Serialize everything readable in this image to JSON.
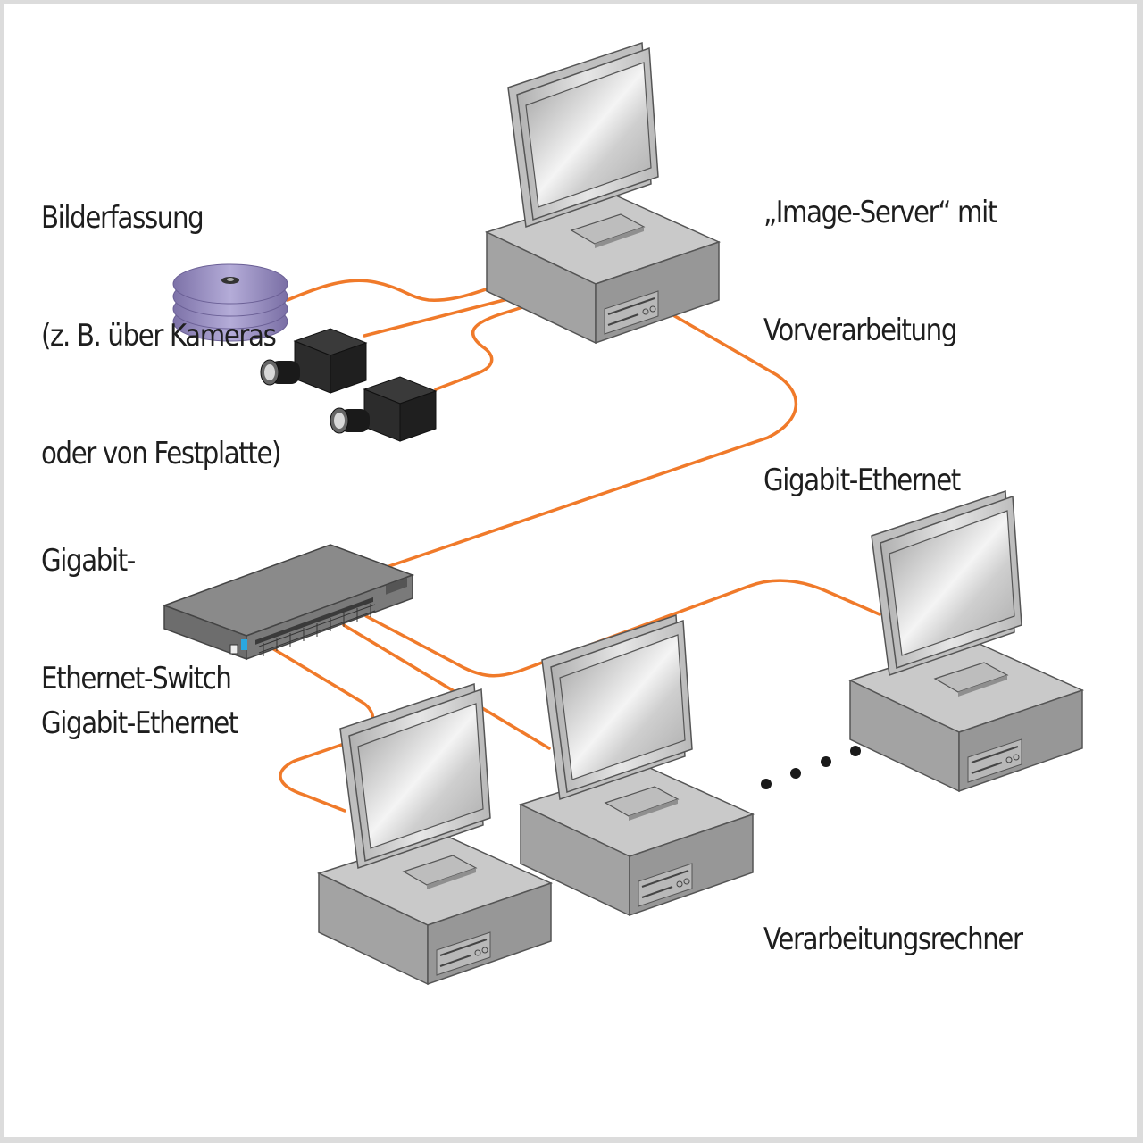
{
  "labels": {
    "capture": [
      "Bilderfassung",
      "(z. B. über Kameras",
      "oder von Festplatte)"
    ],
    "image_server": [
      "„Image-Server“ mit",
      "Vorverarbeitung"
    ],
    "switch": [
      "Gigabit-",
      "Ethernet-Switch"
    ],
    "ethernet_upper": "Gigabit-Ethernet",
    "ethernet_lower": "Gigabit-Ethernet",
    "workstations": "Verarbeitungsrechner"
  },
  "colors": {
    "cable": "#f07a2a",
    "case_top": "#c9c9c9",
    "case_front": "#a9a9a9",
    "case_side": "#8f8f8f",
    "camera": "#2b2b2b",
    "disk": "#8e83b8",
    "text": "#1e1e1e"
  },
  "nodes": [
    {
      "id": "image-server",
      "type": "computer"
    },
    {
      "id": "disk-stack",
      "type": "storage"
    },
    {
      "id": "camera-1",
      "type": "camera"
    },
    {
      "id": "camera-2",
      "type": "camera"
    },
    {
      "id": "switch",
      "type": "switch"
    },
    {
      "id": "workstation-1",
      "type": "computer"
    },
    {
      "id": "workstation-2",
      "type": "computer"
    },
    {
      "id": "workstation-3",
      "type": "computer"
    }
  ],
  "edges": [
    {
      "from": "disk-stack",
      "to": "image-server"
    },
    {
      "from": "camera-1",
      "to": "image-server"
    },
    {
      "from": "camera-2",
      "to": "image-server"
    },
    {
      "from": "image-server",
      "to": "switch"
    },
    {
      "from": "switch",
      "to": "workstation-1"
    },
    {
      "from": "switch",
      "to": "workstation-2"
    },
    {
      "from": "switch",
      "to": "workstation-3"
    }
  ],
  "ellipsis_dot_count": 4
}
